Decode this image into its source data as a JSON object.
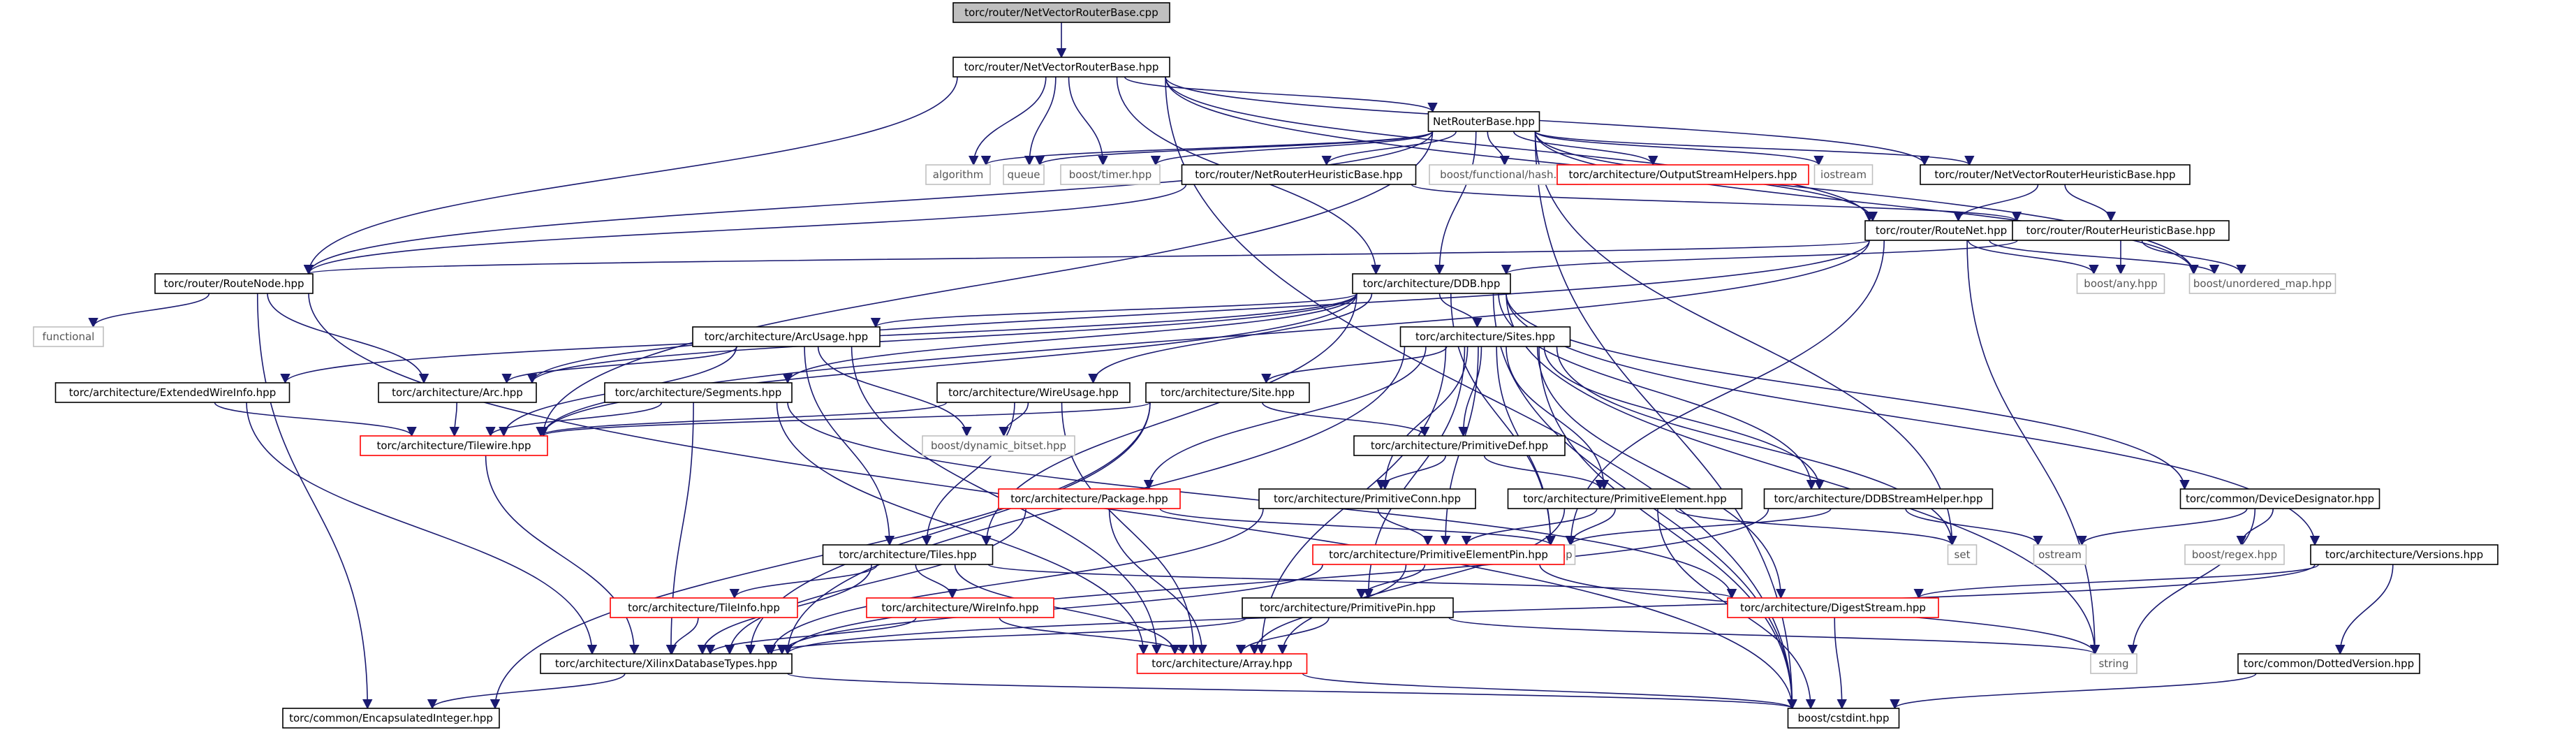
{
  "colors": {
    "normal_border": "#000000",
    "missing_border": "#ff0000",
    "external_border": "#bfbfbf",
    "root_fill": "#bfbfbf",
    "edge": "#191970"
  },
  "nodes": [
    {
      "id": "root",
      "label": "torc/router/NetVectorRouterBase.cpp",
      "kind": "root"
    },
    {
      "id": "nvrb_hpp",
      "label": "torc/router/NetVectorRouterBase.hpp",
      "kind": "normal"
    },
    {
      "id": "nrb_hpp",
      "label": "NetRouterBase.hpp",
      "kind": "normal"
    },
    {
      "id": "algorithm",
      "label": "algorithm",
      "kind": "external"
    },
    {
      "id": "queue",
      "label": "queue",
      "kind": "external"
    },
    {
      "id": "timer",
      "label": "boost/timer.hpp",
      "kind": "external"
    },
    {
      "id": "nrhb",
      "label": "torc/router/NetRouterHeuristicBase.hpp",
      "kind": "normal"
    },
    {
      "id": "bfh",
      "label": "boost/functional/hash.hpp",
      "kind": "external"
    },
    {
      "id": "osh",
      "label": "torc/architecture/OutputStreamHelpers.hpp",
      "kind": "missing"
    },
    {
      "id": "iostream",
      "label": "iostream",
      "kind": "external"
    },
    {
      "id": "nvrhb",
      "label": "torc/router/NetVectorRouterHeuristicBase.hpp",
      "kind": "normal"
    },
    {
      "id": "routenet",
      "label": "torc/router/RouteNet.hpp",
      "kind": "normal"
    },
    {
      "id": "rhb",
      "label": "torc/router/RouterHeuristicBase.hpp",
      "kind": "normal"
    },
    {
      "id": "routenode",
      "label": "torc/router/RouteNode.hpp",
      "kind": "normal"
    },
    {
      "id": "ddb",
      "label": "torc/architecture/DDB.hpp",
      "kind": "normal"
    },
    {
      "id": "any",
      "label": "boost/any.hpp",
      "kind": "external"
    },
    {
      "id": "umap",
      "label": "boost/unordered_map.hpp",
      "kind": "external"
    },
    {
      "id": "functional",
      "label": "functional",
      "kind": "external"
    },
    {
      "id": "arcusage",
      "label": "torc/architecture/ArcUsage.hpp",
      "kind": "normal"
    },
    {
      "id": "sites",
      "label": "torc/architecture/Sites.hpp",
      "kind": "normal"
    },
    {
      "id": "ewi",
      "label": "torc/architecture/ExtendedWireInfo.hpp",
      "kind": "normal"
    },
    {
      "id": "arc",
      "label": "torc/architecture/Arc.hpp",
      "kind": "normal"
    },
    {
      "id": "segments",
      "label": "torc/architecture/Segments.hpp",
      "kind": "normal"
    },
    {
      "id": "wireusage",
      "label": "torc/architecture/WireUsage.hpp",
      "kind": "normal"
    },
    {
      "id": "site",
      "label": "torc/architecture/Site.hpp",
      "kind": "normal"
    },
    {
      "id": "tilewire",
      "label": "torc/architecture/Tilewire.hpp",
      "kind": "missing"
    },
    {
      "id": "dynbitset",
      "label": "boost/dynamic_bitset.hpp",
      "kind": "external"
    },
    {
      "id": "primdef",
      "label": "torc/architecture/PrimitiveDef.hpp",
      "kind": "normal"
    },
    {
      "id": "package",
      "label": "torc/architecture/Package.hpp",
      "kind": "missing"
    },
    {
      "id": "primconn",
      "label": "torc/architecture/PrimitiveConn.hpp",
      "kind": "normal"
    },
    {
      "id": "primelem",
      "label": "torc/architecture/PrimitiveElement.hpp",
      "kind": "normal"
    },
    {
      "id": "ddbsh",
      "label": "torc/architecture/DDBStreamHelper.hpp",
      "kind": "normal"
    },
    {
      "id": "devdes",
      "label": "torc/common/DeviceDesignator.hpp",
      "kind": "normal"
    },
    {
      "id": "map",
      "label": "map",
      "kind": "external"
    },
    {
      "id": "set",
      "label": "set",
      "kind": "external"
    },
    {
      "id": "ostream",
      "label": "ostream",
      "kind": "external"
    },
    {
      "id": "regex",
      "label": "boost/regex.hpp",
      "kind": "external"
    },
    {
      "id": "tiles",
      "label": "torc/architecture/Tiles.hpp",
      "kind": "normal"
    },
    {
      "id": "primelempin",
      "label": "torc/architecture/PrimitiveElementPin.hpp",
      "kind": "missing"
    },
    {
      "id": "versions",
      "label": "torc/architecture/Versions.hpp",
      "kind": "normal"
    },
    {
      "id": "tileinfo",
      "label": "torc/architecture/TileInfo.hpp",
      "kind": "missing"
    },
    {
      "id": "wireinfo",
      "label": "torc/architecture/WireInfo.hpp",
      "kind": "missing"
    },
    {
      "id": "primpin",
      "label": "torc/architecture/PrimitivePin.hpp",
      "kind": "normal"
    },
    {
      "id": "digest",
      "label": "torc/architecture/DigestStream.hpp",
      "kind": "missing"
    },
    {
      "id": "xdt",
      "label": "torc/architecture/XilinxDatabaseTypes.hpp",
      "kind": "normal"
    },
    {
      "id": "array",
      "label": "torc/architecture/Array.hpp",
      "kind": "missing"
    },
    {
      "id": "string",
      "label": "string",
      "kind": "external"
    },
    {
      "id": "dotver",
      "label": "torc/common/DottedVersion.hpp",
      "kind": "normal"
    },
    {
      "id": "encint",
      "label": "torc/common/EncapsulatedInteger.hpp",
      "kind": "normal"
    },
    {
      "id": "cstdint",
      "label": "boost/cstdint.hpp",
      "kind": "normal"
    }
  ],
  "edges": [
    [
      "root",
      "nvrb_hpp"
    ],
    [
      "nvrb_hpp",
      "nrb_hpp"
    ],
    [
      "nvrb_hpp",
      "algorithm"
    ],
    [
      "nvrb_hpp",
      "queue"
    ],
    [
      "nvrb_hpp",
      "timer"
    ],
    [
      "nvrb_hpp",
      "routenode"
    ],
    [
      "nvrb_hpp",
      "ddb"
    ],
    [
      "nvrb_hpp",
      "routenet"
    ],
    [
      "nvrb_hpp",
      "nvrhb"
    ],
    [
      "nvrb_hpp",
      "umap"
    ],
    [
      "nvrb_hpp",
      "cstdint"
    ],
    [
      "nrb_hpp",
      "algorithm"
    ],
    [
      "nrb_hpp",
      "queue"
    ],
    [
      "nrb_hpp",
      "timer"
    ],
    [
      "nrb_hpp",
      "nrhb"
    ],
    [
      "nrb_hpp",
      "bfh"
    ],
    [
      "nrb_hpp",
      "osh"
    ],
    [
      "nrb_hpp",
      "iostream"
    ],
    [
      "nrb_hpp",
      "nvrhb"
    ],
    [
      "nrb_hpp",
      "routenet"
    ],
    [
      "nrb_hpp",
      "ddb"
    ],
    [
      "nrb_hpp",
      "routenode"
    ],
    [
      "nrb_hpp",
      "tilewire"
    ],
    [
      "nrb_hpp",
      "umap"
    ],
    [
      "nrb_hpp",
      "set"
    ],
    [
      "nrb_hpp",
      "cstdint"
    ],
    [
      "nrhb",
      "rhb"
    ],
    [
      "nrhb",
      "routenode"
    ],
    [
      "nvrhb",
      "routenet"
    ],
    [
      "nvrhb",
      "rhb"
    ],
    [
      "rhb",
      "ddb"
    ],
    [
      "rhb",
      "any"
    ],
    [
      "rhb",
      "umap"
    ],
    [
      "routenet",
      "routenode"
    ],
    [
      "routenet",
      "any"
    ],
    [
      "routenet",
      "umap"
    ],
    [
      "routenet",
      "arc"
    ],
    [
      "routenet",
      "tilewire"
    ],
    [
      "routenet",
      "map"
    ],
    [
      "routenet",
      "string"
    ],
    [
      "routenode",
      "arc"
    ],
    [
      "routenode",
      "functional"
    ],
    [
      "routenode",
      "encint"
    ],
    [
      "routenode",
      "cstdint"
    ],
    [
      "ddb",
      "arcusage"
    ],
    [
      "ddb",
      "sites"
    ],
    [
      "ddb",
      "ewi"
    ],
    [
      "ddb",
      "arc"
    ],
    [
      "ddb",
      "segments"
    ],
    [
      "ddb",
      "wireusage"
    ],
    [
      "ddb",
      "tiles"
    ],
    [
      "ddb",
      "ddbsh"
    ],
    [
      "ddb",
      "devdes"
    ],
    [
      "ddb",
      "versions"
    ],
    [
      "ddb",
      "map"
    ],
    [
      "ddb",
      "string"
    ],
    [
      "ddb",
      "cstdint"
    ],
    [
      "ddb",
      "tilewire"
    ],
    [
      "arcusage",
      "arc"
    ],
    [
      "arcusage",
      "tilewire"
    ],
    [
      "arcusage",
      "tiles"
    ],
    [
      "arcusage",
      "dynbitset"
    ],
    [
      "arcusage",
      "array"
    ],
    [
      "sites",
      "site"
    ],
    [
      "sites",
      "package"
    ],
    [
      "sites",
      "primdef"
    ],
    [
      "sites",
      "primconn"
    ],
    [
      "sites",
      "primelem"
    ],
    [
      "sites",
      "primelempin"
    ],
    [
      "sites",
      "primpin"
    ],
    [
      "sites",
      "ddbsh"
    ],
    [
      "sites",
      "array"
    ],
    [
      "sites",
      "xdt"
    ],
    [
      "sites",
      "digest"
    ],
    [
      "sites",
      "map"
    ],
    [
      "sites",
      "set"
    ],
    [
      "sites",
      "cstdint"
    ],
    [
      "ewi",
      "tilewire"
    ],
    [
      "ewi",
      "xdt"
    ],
    [
      "arc",
      "tilewire"
    ],
    [
      "segments",
      "tilewire"
    ],
    [
      "segments",
      "xdt"
    ],
    [
      "segments",
      "array"
    ],
    [
      "segments",
      "digest"
    ],
    [
      "wireusage",
      "tilewire"
    ],
    [
      "wireusage",
      "dynbitset"
    ],
    [
      "wireusage",
      "tiles"
    ],
    [
      "wireusage",
      "array"
    ],
    [
      "site",
      "tilewire"
    ],
    [
      "site",
      "primdef"
    ],
    [
      "site",
      "xdt"
    ],
    [
      "site",
      "encint"
    ],
    [
      "tilewire",
      "xdt"
    ],
    [
      "primdef",
      "primconn"
    ],
    [
      "primdef",
      "primelem"
    ],
    [
      "package",
      "map"
    ],
    [
      "package",
      "xdt"
    ],
    [
      "package",
      "array"
    ],
    [
      "primconn",
      "primelempin"
    ],
    [
      "primconn",
      "xdt"
    ],
    [
      "primelem",
      "primelempin"
    ],
    [
      "primelem",
      "map"
    ],
    [
      "primelem",
      "set"
    ],
    [
      "primelem",
      "array"
    ],
    [
      "primelem",
      "cstdint"
    ],
    [
      "ddbsh",
      "map"
    ],
    [
      "ddbsh",
      "ostream"
    ],
    [
      "ddbsh",
      "xdt"
    ],
    [
      "devdes",
      "ostream"
    ],
    [
      "devdes",
      "regex"
    ],
    [
      "devdes",
      "string"
    ],
    [
      "tiles",
      "tileinfo"
    ],
    [
      "tiles",
      "wireinfo"
    ],
    [
      "tiles",
      "xdt"
    ],
    [
      "tiles",
      "array"
    ],
    [
      "tiles",
      "digest"
    ],
    [
      "primelempin",
      "primpin"
    ],
    [
      "primelempin",
      "xdt"
    ],
    [
      "primelempin",
      "array"
    ],
    [
      "primelempin",
      "string"
    ],
    [
      "versions",
      "digest"
    ],
    [
      "versions",
      "dotver"
    ],
    [
      "versions",
      "xdt"
    ],
    [
      "tileinfo",
      "xdt"
    ],
    [
      "wireinfo",
      "array"
    ],
    [
      "wireinfo",
      "xdt"
    ],
    [
      "primpin",
      "array"
    ],
    [
      "primpin",
      "xdt"
    ],
    [
      "primpin",
      "string"
    ],
    [
      "digest",
      "cstdint"
    ],
    [
      "xdt",
      "encint"
    ],
    [
      "xdt",
      "cstdint"
    ],
    [
      "array",
      "cstdint"
    ],
    [
      "dotver",
      "cstdint"
    ]
  ]
}
